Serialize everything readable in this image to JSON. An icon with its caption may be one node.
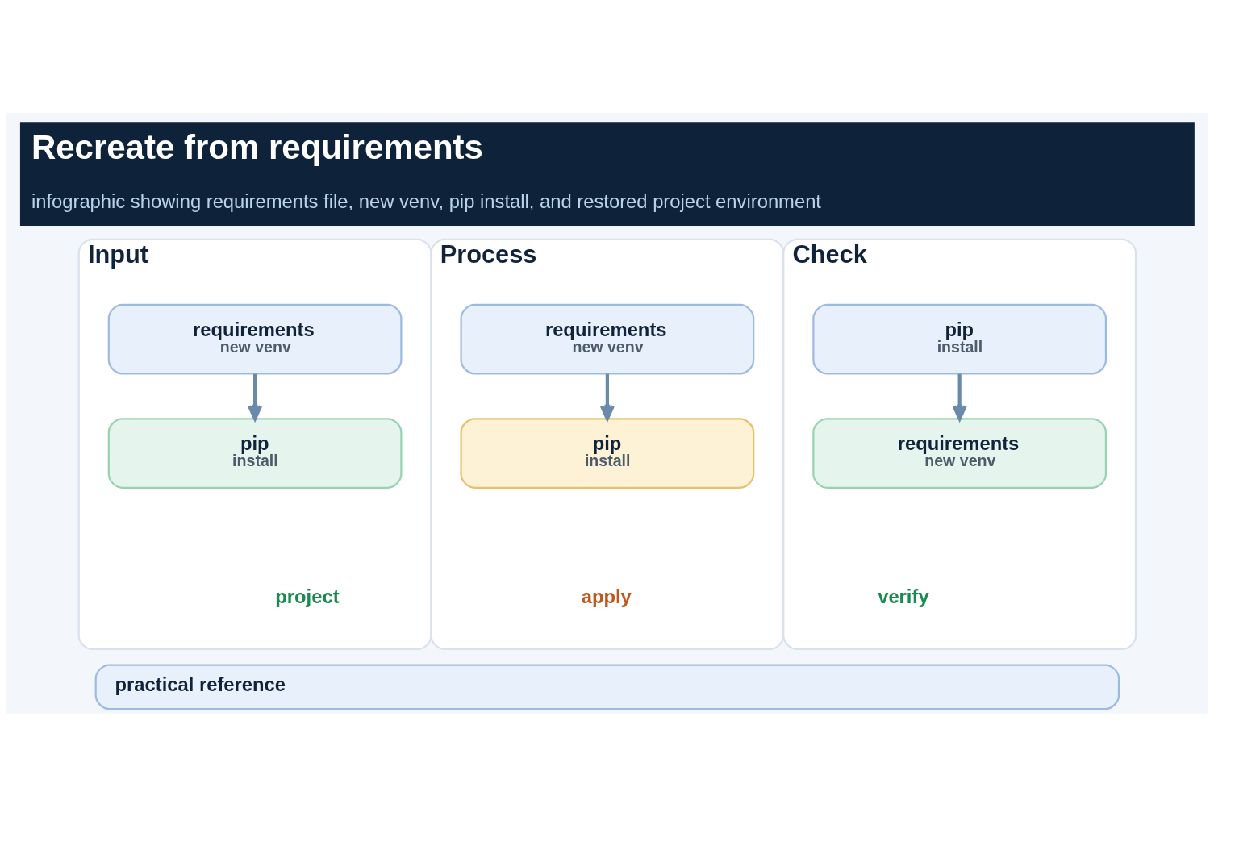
{
  "diagram": {
    "title": "Recreate from requirements",
    "caption": "infographic showing requirements file, new venv, pip install, and restored project environment",
    "nodes": [
      {
        "text": [
          "Input",
          "project"
        ]
      },
      {
        "text": [
          "requirements",
          "new venv"
        ],
        "in": 0
      },
      {
        "text": [
          "pip",
          "install"
        ],
        "in": 0
      },
      {
        "text": [
          "Process",
          "apply"
        ]
      },
      {
        "text": [
          "requirements",
          "new venv"
        ],
        "in": 3
      },
      {
        "text": [
          "pip",
          "install"
        ],
        "in": 3
      },
      {
        "text": [
          "Check",
          "verify"
        ]
      },
      {
        "text": [
          "pip",
          "install"
        ],
        "in": 6
      },
      {
        "text": [
          "requirements",
          "new venv"
        ],
        "in": 6
      },
      {
        "text": [
          "practical reference"
        ]
      }
    ],
    "edges": [
      {
        "from": 1,
        "to": 2,
        "arrow": "to"
      },
      {
        "from": 4,
        "to": 5,
        "arrow": "to"
      },
      {
        "from": 7,
        "to": 8,
        "arrow": "to"
      }
    ]
  }
}
